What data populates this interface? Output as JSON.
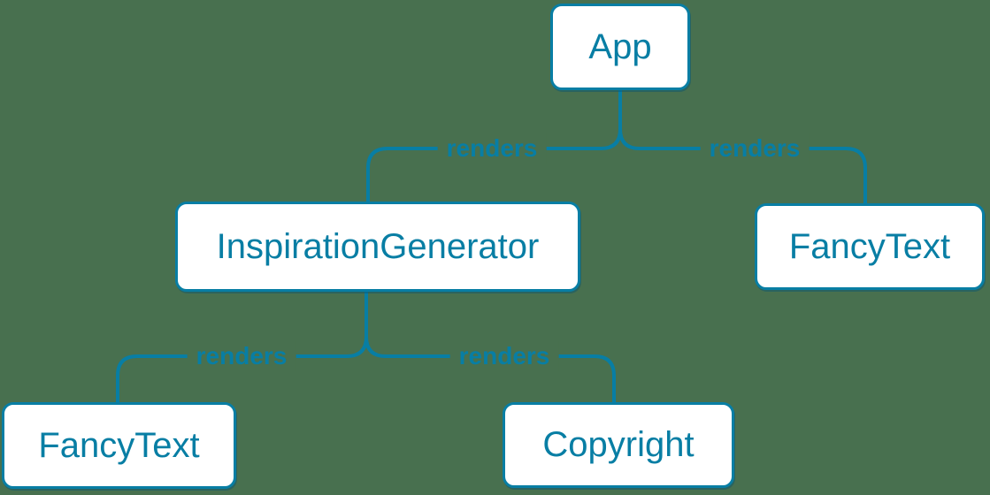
{
  "diagram": {
    "type": "component-render-tree",
    "colors": {
      "background": "#48704f",
      "accent": "#087ea4",
      "node_fill": "#ffffff"
    },
    "nodes": [
      {
        "id": "app",
        "label": "App"
      },
      {
        "id": "inspiration-generator",
        "label": "InspirationGenerator"
      },
      {
        "id": "fancy-text-right",
        "label": "FancyText"
      },
      {
        "id": "fancy-text-left",
        "label": "FancyText"
      },
      {
        "id": "copyright",
        "label": "Copyright"
      }
    ],
    "edges": [
      {
        "from": "App",
        "to": "InspirationGenerator",
        "label": "renders"
      },
      {
        "from": "App",
        "to": "FancyText",
        "label": "renders"
      },
      {
        "from": "InspirationGenerator",
        "to": "FancyText",
        "label": "renders"
      },
      {
        "from": "InspirationGenerator",
        "to": "Copyright",
        "label": "renders"
      }
    ]
  }
}
